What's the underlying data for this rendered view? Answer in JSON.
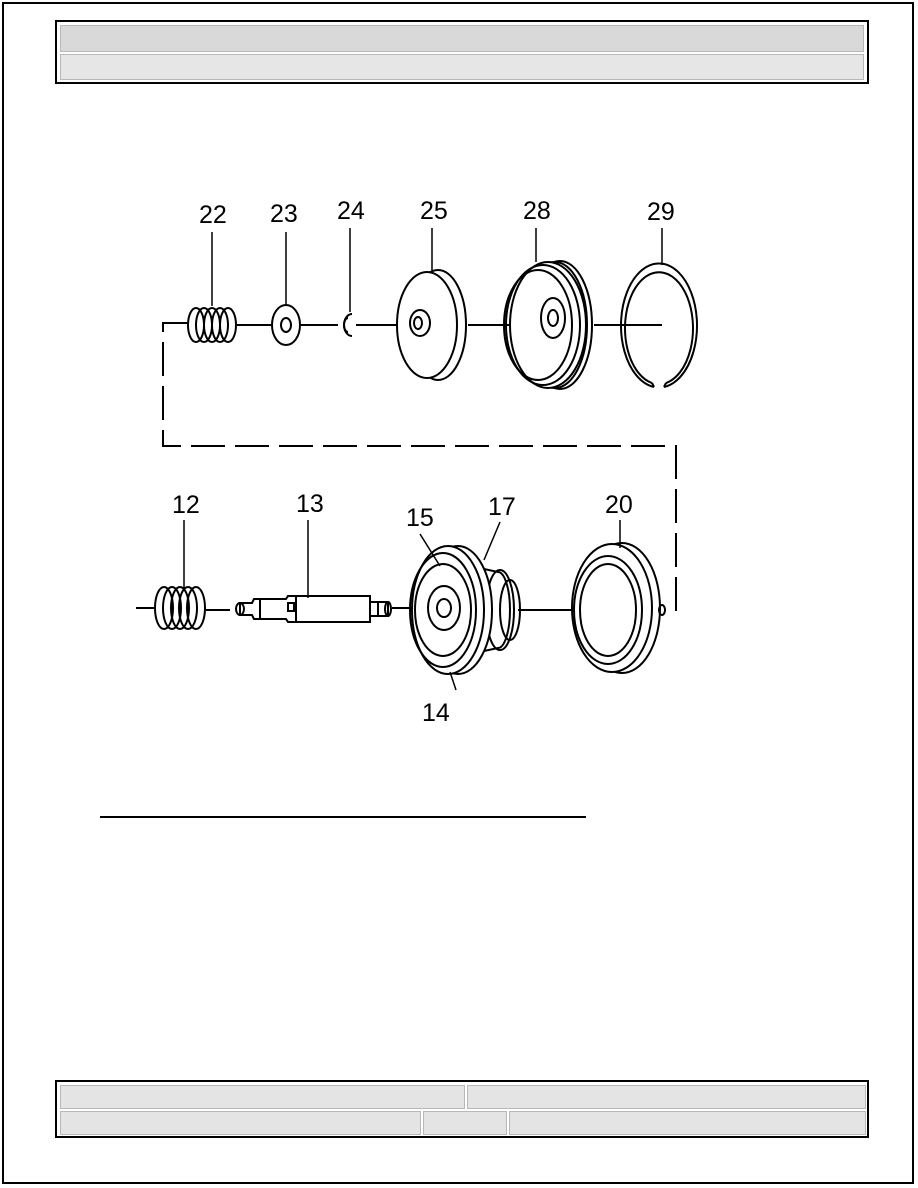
{
  "diagram": {
    "callouts": {
      "c22": "22",
      "c23": "23",
      "c24": "24",
      "c25": "25",
      "c28": "28",
      "c29": "29",
      "c12": "12",
      "c13": "13",
      "c15": "15",
      "c17": "17",
      "c20": "20",
      "c14": "14"
    }
  }
}
